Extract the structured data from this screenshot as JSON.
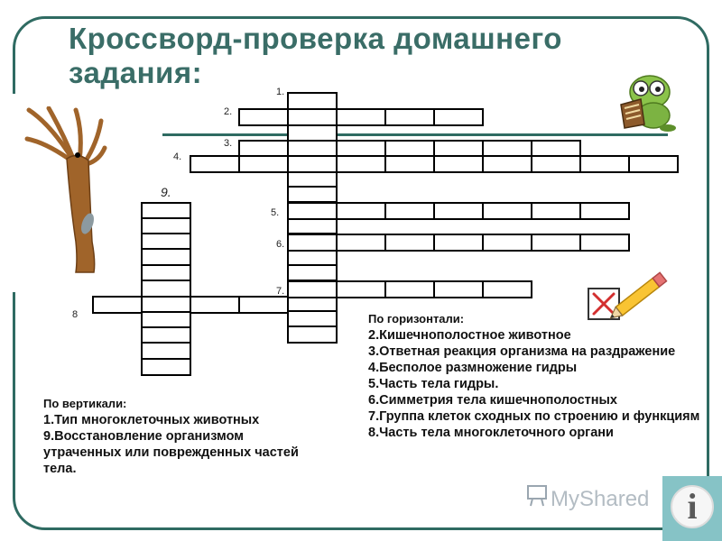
{
  "title": "Кроссворд-проверка домашнего задания:",
  "numbers": {
    "n1": "1.",
    "n2": "2.",
    "n3": "3.",
    "n4": "4.",
    "n5": "5.",
    "n6": "6.",
    "n7": "7.",
    "n8": "8",
    "n9": "9."
  },
  "vertical": {
    "header": "По вертикали:",
    "item1": "1.Тип многоклеточных животных",
    "item9": "9.Восстановление организмом утраченных или поврежденных частей тела."
  },
  "horizontal": {
    "header": "По горизонтали:",
    "items": [
      "2.Кишечнополостное животное",
      "3.Ответная реакция организма на раздражение",
      "4.Бесполое размножение гидры",
      "5.Часть тела гидры.",
      "6.Симметрия тела кишечнополостных",
      "7.Группа клеток сходных по строению и функциям",
      "8.Часть тела многоклеточного органи"
    ]
  },
  "watermark": "MyShared",
  "info_glyph": "i",
  "icons": [
    "hydra-icon",
    "reading-frog-icon",
    "pencil-icon",
    "checkbox-x-icon",
    "info-icon"
  ]
}
